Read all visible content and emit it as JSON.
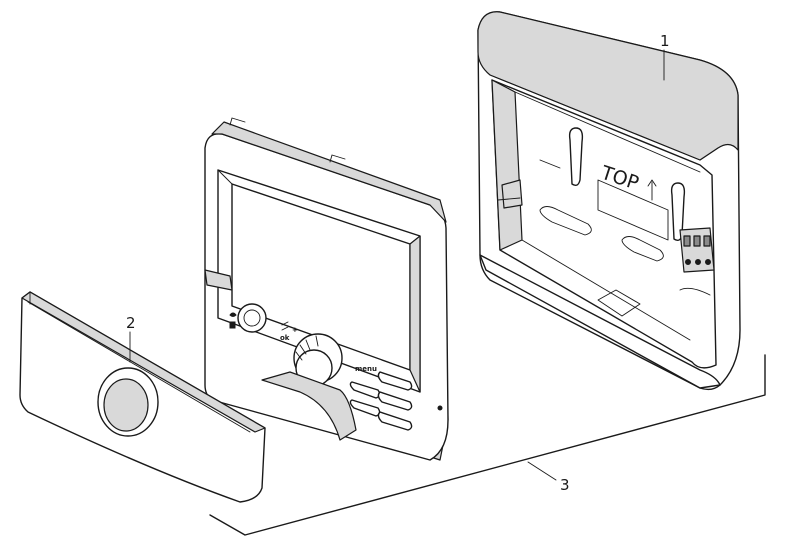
{
  "callouts": {
    "rear_housing": "1",
    "front_cover": "2",
    "assembly": "3"
  },
  "housing_text": "TOP",
  "panel": {
    "menu_label": "menu",
    "ok_label": "ok",
    "plus_label": "+"
  }
}
